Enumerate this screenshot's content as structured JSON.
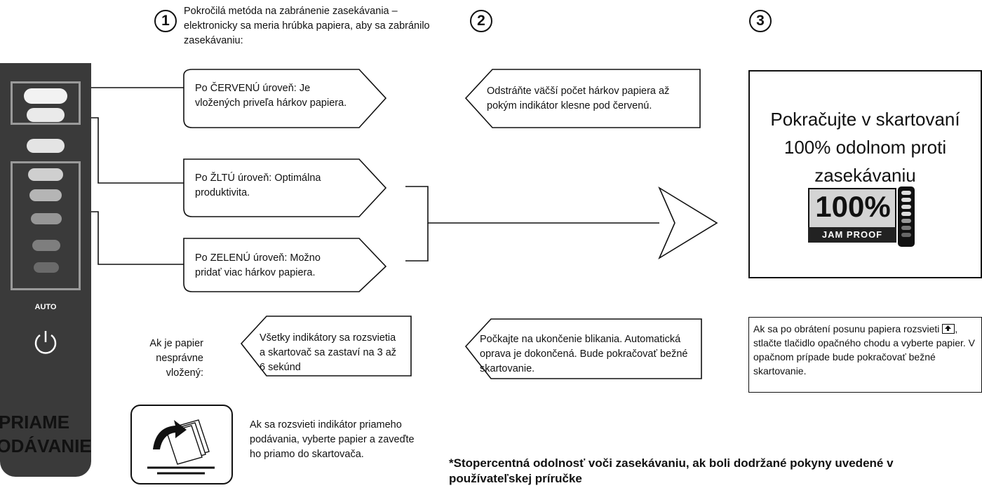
{
  "steps": {
    "one": "1",
    "two": "2",
    "three": "3"
  },
  "intro": "Pokročilá metóda na zabránenie zasekávania – elektronicky sa meria hrúbka papiera, aby sa zabránilo zasekávaniu:",
  "levels": {
    "red": "Po ČERVENÚ úroveň: Je vložených priveľa hárkov papiera.",
    "yellow": "Po ŽLTÚ úroveň: Optimálna produktivita.",
    "green": "Po ZELENÚ úroveň: Možno pridať viac hárkov papiera."
  },
  "remove_sheets": "Odstráňte väčší počet hárkov papiera až pokým indikátor klesne pod červenú.",
  "result": {
    "title": "Pokračujte v skartovaní 100% odolnom proti zasekávaniu",
    "logo_text_big": "100%",
    "logo_text_small": "JAM PROOF"
  },
  "panel": {
    "auto_label": "AUTO"
  },
  "misfeed": {
    "label": "Ak je papier nesprávne vložený:",
    "all_lights": "Všetky indikátory sa rozsvietia a skartovač sa zastaví na 3 až 6 sekúnd",
    "wait": "Počkajte na ukončenie blikania. Automatická oprava je dokončená. Bude pokračovať bežné skartovanie.",
    "reverse_before": "Ak sa po obrátení posunu papiera rozsvieti",
    "reverse_after": ", stlačte tlačidlo opačného chodu a vyberte papier. V opačnom prípade bude pokračovať bežné skartovanie."
  },
  "direct_feed": {
    "title_line1": "PRIAME",
    "title_line2": "PODÁVANIE",
    "text": "Ak sa rozsvieti indikátor priameho podávania, vyberte papier a zaveďte ho priamo do skartovača."
  },
  "footnote": "*Stopercentná odolnosť voči zasekávaniu, ak boli dodržané pokyny uvedené v používateľskej príručke"
}
